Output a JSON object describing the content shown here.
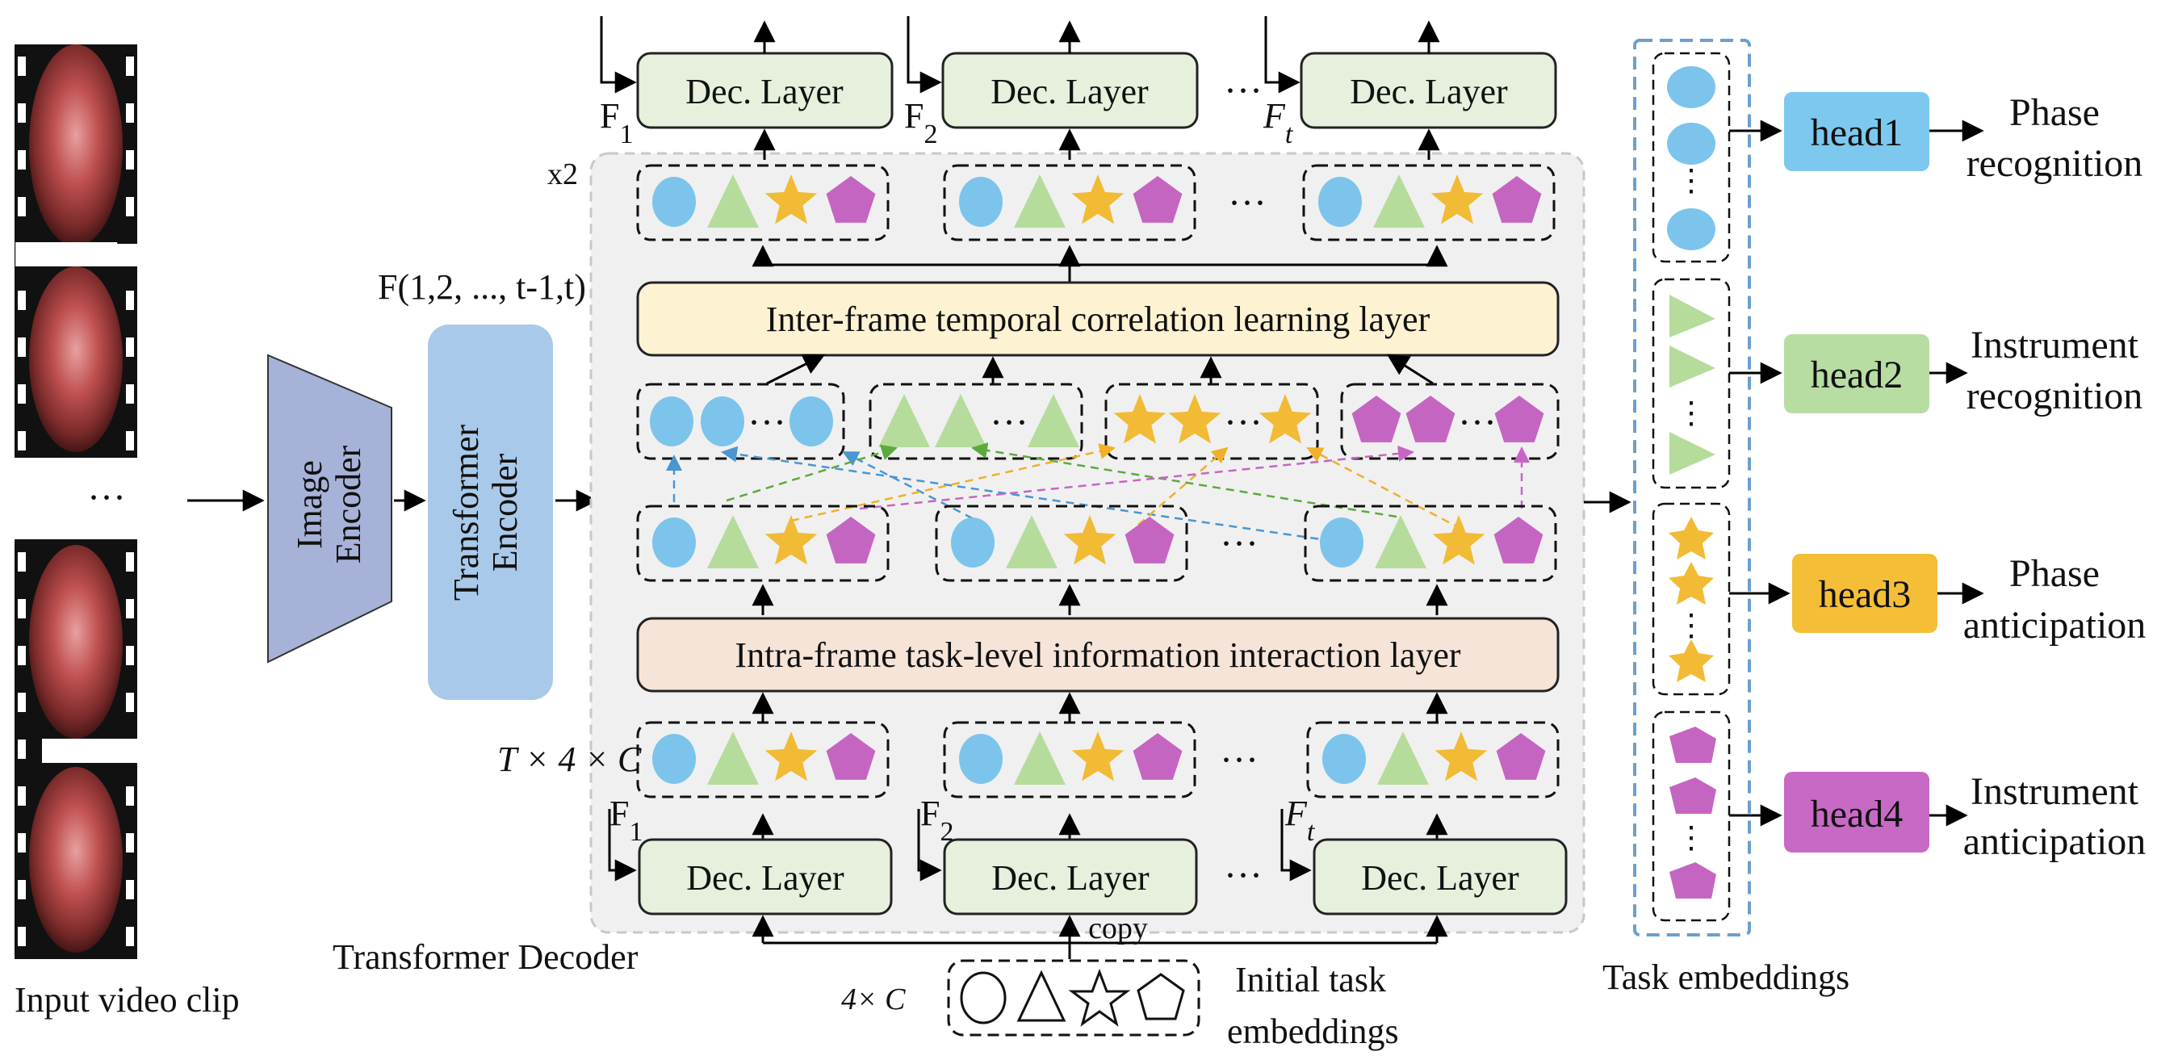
{
  "colors": {
    "circle": "#7cc4ec",
    "triangle": "#b6dc9c",
    "star": "#f2bb35",
    "pentagon": "#c565c2",
    "image_encoder": "#a7b2d8",
    "transformer_encoder": "#a9c9ea",
    "dec_layer": "#e6f0dc",
    "inter_layer": "#fdf3d2",
    "intra_layer": "#f6e4d9",
    "decoder_bg": "#f0f0f0",
    "head1": "#7cc8ef",
    "head2": "#b8dda2",
    "head3": "#f4be37",
    "head4": "#c869c6",
    "task_embed_border": "#6b9fd0"
  },
  "video": {
    "label": "Input video clip",
    "ellipsis": "···"
  },
  "image_encoder": {
    "label_line1": "Image",
    "label_line2": "Encoder"
  },
  "transformer_encoder": {
    "label_line1": "Transformer",
    "label_line2": "Encoder",
    "input_label": "F(1,2, ..., t-1,t)"
  },
  "decoder": {
    "label": "Transformer Decoder",
    "repeat": "x2",
    "dims_label": "T × 4 × C",
    "frames": [
      "F1",
      "F2",
      "Ft"
    ],
    "dec_layer_label": "Dec. Layer",
    "inter_layer_label": "Inter-frame temporal correlation learning layer",
    "intra_layer_label": "Intra-frame task-level information interaction layer",
    "ellipsis": "···",
    "copy_label": "copy"
  },
  "initial": {
    "dims_label": "4× C",
    "label_line1": "Initial task",
    "label_line2": "embeddings"
  },
  "task_embeddings": {
    "label": "Task embeddings"
  },
  "heads": [
    {
      "name": "head1",
      "label_line1": "Phase",
      "label_line2": "recognition"
    },
    {
      "name": "head2",
      "label_line1": "Instrument",
      "label_line2": "recognition"
    },
    {
      "name": "head3",
      "label_line1": "Phase",
      "label_line2": "anticipation"
    },
    {
      "name": "head4",
      "label_line1": "Instrument",
      "label_line2": "anticipation"
    }
  ]
}
